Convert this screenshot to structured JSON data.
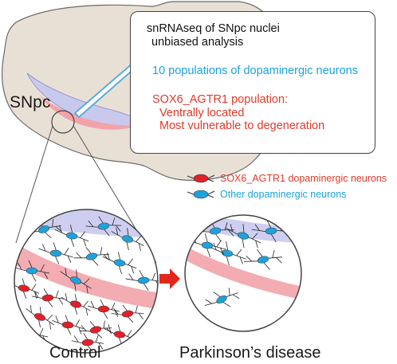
{
  "labels": {
    "region": "SNpc",
    "callout_line1": "snRNAseq of SNpc nuclei",
    "callout_line2": "unbiased analysis",
    "callout_populations": "10 populations of dopaminergic neurons",
    "callout_sox6_title": "SOX6_AGTR1 population:",
    "callout_sox6_point1": "Ventrally located",
    "callout_sox6_point2": "Most vulnerable to degeneration",
    "legend_sox6": "SOX6_AGTR1 dopaminergic neurons",
    "legend_other": "Other dopaminergic neurons",
    "caption_control": "Control",
    "caption_pd": "Parkinson’s disease"
  },
  "colors": {
    "tissue": "#e9e0d5",
    "tissue_stroke": "#6a6a6a",
    "snpc_band": "#c9c9ee",
    "red_band": "#f2a3aa",
    "sox6_neuron": "#e1202a",
    "other_neuron": "#1fa2dc",
    "arrow_red": "#e3261c",
    "arrow_blue_fill": "#ffffff",
    "arrow_blue_stroke": "#4aa7d8"
  },
  "icons": {
    "transition_arrow": "red-right-arrow",
    "callout_arrow": "blue-outline-arrow",
    "sox6_neuron_icon": "red-neuron-icon",
    "other_neuron_icon": "blue-neuron-icon"
  }
}
